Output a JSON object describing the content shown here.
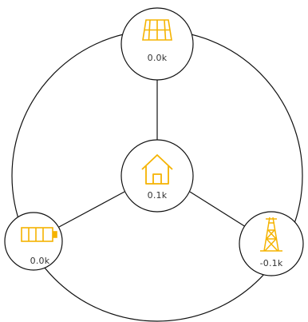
{
  "colors": {
    "accent": "#F5B301",
    "line": "#111111",
    "text": "#333333",
    "background": "#ffffff"
  },
  "nodes": {
    "solar": {
      "icon": "solar-panel-icon",
      "value": "0.0k"
    },
    "home": {
      "icon": "house-icon",
      "value": "0.1k"
    },
    "battery": {
      "icon": "battery-icon",
      "value": "0.0k"
    },
    "grid": {
      "icon": "power-tower-icon",
      "value": "-0.1k"
    }
  }
}
